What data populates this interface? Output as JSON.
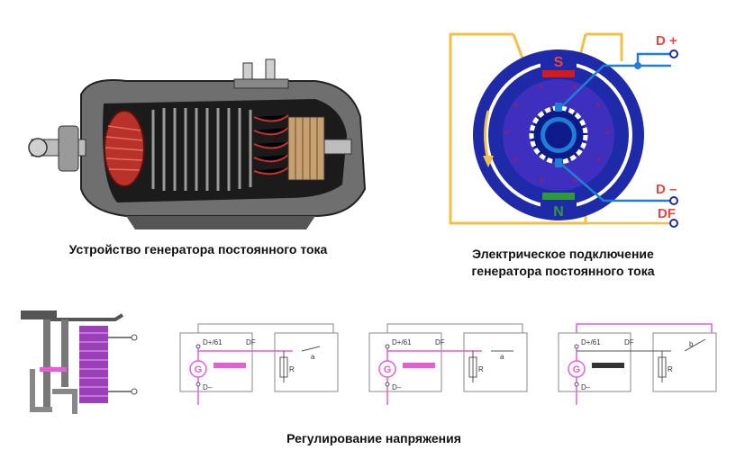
{
  "captions": {
    "generator_device": "Устройство генератора постоянного тока",
    "electrical_connection": "Электрическое подключение генератора постоянного тока",
    "voltage_regulation": "Регулирование напряжения"
  },
  "connection_diagram": {
    "pole_s": "S",
    "pole_n": "N",
    "terminal_d_plus": "D +",
    "terminal_d_minus": "D –",
    "terminal_df": "DF"
  },
  "regulation_circuits": [
    {
      "generator": "G",
      "d_plus_61": "D+/61",
      "df": "DF",
      "d_minus": "D–",
      "resistor": "R",
      "contact": "a"
    },
    {
      "generator": "G",
      "d_plus_61": "D+/61",
      "df": "DF",
      "d_minus": "D–",
      "resistor": "R",
      "contact": "a"
    },
    {
      "generator": "G",
      "d_plus_61": "D+/61",
      "df": "DF",
      "d_minus": "D–",
      "resistor": "R",
      "contact": "b"
    }
  ],
  "colors": {
    "wire_yellow": "#f2c04a",
    "stator_blue": "#1f2aa8",
    "wire_blue": "#1f7fd6",
    "pole_green": "#2e9a3c",
    "pole_red": "#d21b1b",
    "magenta": "#e85cd8",
    "coil_purple": "#9c3fb8"
  }
}
